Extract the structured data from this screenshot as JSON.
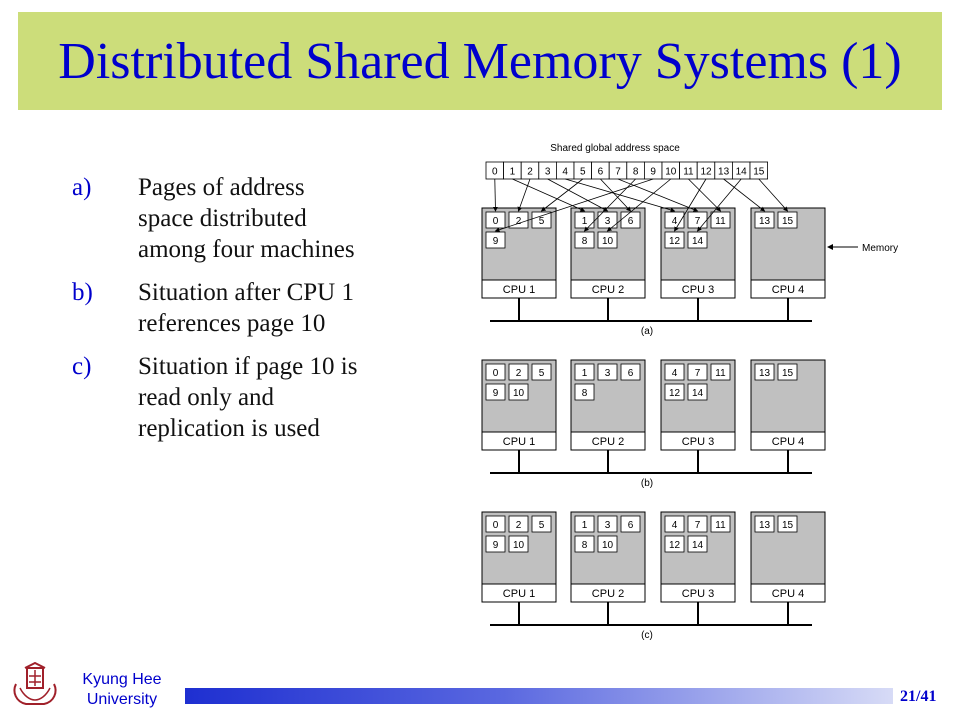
{
  "title": "Distributed Shared Memory Systems (1)",
  "bullets": [
    {
      "marker": "a)",
      "text": "Pages of address space distributed among four machines"
    },
    {
      "marker": "b)",
      "text": "Situation after CPU 1 references page 10"
    },
    {
      "marker": "c)",
      "text": "Situation if page 10 is read only and replication is used"
    }
  ],
  "diagram": {
    "address_space_label": "Shared global address space",
    "pages": [
      "0",
      "1",
      "2",
      "3",
      "4",
      "5",
      "6",
      "7",
      "8",
      "9",
      "10",
      "11",
      "12",
      "13",
      "14",
      "15"
    ],
    "memory_label": "Memory",
    "panels": [
      {
        "caption": "(a)",
        "cpus": [
          {
            "label": "CPU 1",
            "pages": [
              [
                "0",
                "2",
                "5"
              ],
              [
                "9"
              ]
            ]
          },
          {
            "label": "CPU 2",
            "pages": [
              [
                "1",
                "3",
                "6"
              ],
              [
                "8",
                "10"
              ]
            ]
          },
          {
            "label": "CPU 3",
            "pages": [
              [
                "4",
                "7",
                "11"
              ],
              [
                "12",
                "14"
              ]
            ]
          },
          {
            "label": "CPU 4",
            "pages": [
              [
                "13",
                "15"
              ]
            ]
          }
        ]
      },
      {
        "caption": "(b)",
        "cpus": [
          {
            "label": "CPU 1",
            "pages": [
              [
                "0",
                "2",
                "5"
              ],
              [
                "9",
                "10"
              ]
            ]
          },
          {
            "label": "CPU 2",
            "pages": [
              [
                "1",
                "3",
                "6"
              ],
              [
                "8"
              ]
            ]
          },
          {
            "label": "CPU 3",
            "pages": [
              [
                "4",
                "7",
                "11"
              ],
              [
                "12",
                "14"
              ]
            ]
          },
          {
            "label": "CPU 4",
            "pages": [
              [
                "13",
                "15"
              ]
            ]
          }
        ]
      },
      {
        "caption": "(c)",
        "cpus": [
          {
            "label": "CPU 1",
            "pages": [
              [
                "0",
                "2",
                "5"
              ],
              [
                "9",
                "10"
              ]
            ]
          },
          {
            "label": "CPU 2",
            "pages": [
              [
                "1",
                "3",
                "6"
              ],
              [
                "8",
                "10"
              ]
            ]
          },
          {
            "label": "CPU 3",
            "pages": [
              [
                "4",
                "7",
                "11"
              ],
              [
                "12",
                "14"
              ]
            ]
          },
          {
            "label": "CPU 4",
            "pages": [
              [
                "13",
                "15"
              ]
            ]
          }
        ]
      }
    ]
  },
  "footer": {
    "university_line1": "Kyung Hee",
    "university_line2": "University",
    "page_number": "21/41",
    "logo_icon": "kyung-hee-crest-icon"
  },
  "colors": {
    "title_bg": "#ccdd7a",
    "title_text": "#0000cc",
    "box_gray": "#c0c0c0"
  }
}
